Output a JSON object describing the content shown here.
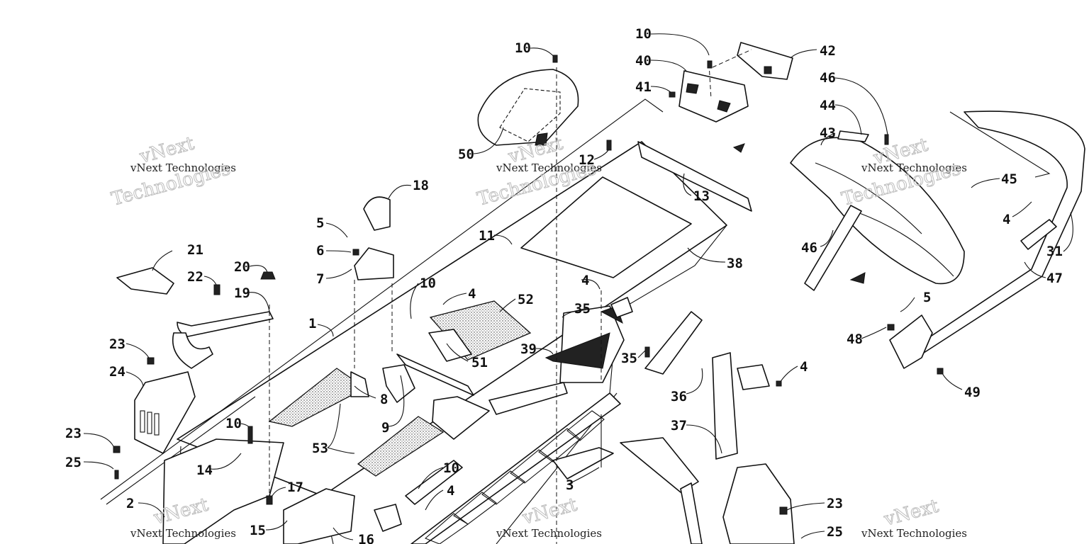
{
  "watermark": {
    "line1": "vNext",
    "line2": "Technologies",
    "small": "vNext Technologies"
  },
  "labels": [
    {
      "id": "l-10a",
      "text": "10"
    },
    {
      "id": "l-10b",
      "text": "10"
    },
    {
      "id": "l-42",
      "text": "42"
    },
    {
      "id": "l-40",
      "text": "40"
    },
    {
      "id": "l-41",
      "text": "41"
    },
    {
      "id": "l-46a",
      "text": "46"
    },
    {
      "id": "l-44",
      "text": "44"
    },
    {
      "id": "l-43",
      "text": "43"
    },
    {
      "id": "l-45",
      "text": "45"
    },
    {
      "id": "l-50",
      "text": "50"
    },
    {
      "id": "l-12",
      "text": "12"
    },
    {
      "id": "l-13",
      "text": "13"
    },
    {
      "id": "l-18",
      "text": "18"
    },
    {
      "id": "l-11",
      "text": "11"
    },
    {
      "id": "l-38",
      "text": "38"
    },
    {
      "id": "l-4a",
      "text": "4"
    },
    {
      "id": "l-31",
      "text": "31"
    },
    {
      "id": "l-47",
      "text": "47"
    },
    {
      "id": "l-46b",
      "text": "46"
    },
    {
      "id": "l-21",
      "text": "21"
    },
    {
      "id": "l-5a",
      "text": "5"
    },
    {
      "id": "l-6",
      "text": "6"
    },
    {
      "id": "l-7",
      "text": "7"
    },
    {
      "id": "l-22",
      "text": "22"
    },
    {
      "id": "l-20",
      "text": "20"
    },
    {
      "id": "l-19",
      "text": "19"
    },
    {
      "id": "l-10c",
      "text": "10"
    },
    {
      "id": "l-4b",
      "text": "4"
    },
    {
      "id": "l-52",
      "text": "52"
    },
    {
      "id": "l-4c",
      "text": "4"
    },
    {
      "id": "l-35a",
      "text": "35"
    },
    {
      "id": "l-5b",
      "text": "5"
    },
    {
      "id": "l-1",
      "text": "1"
    },
    {
      "id": "l-39",
      "text": "39"
    },
    {
      "id": "l-48",
      "text": "48"
    },
    {
      "id": "l-23a",
      "text": "23"
    },
    {
      "id": "l-51",
      "text": "51"
    },
    {
      "id": "l-35b",
      "text": "35"
    },
    {
      "id": "l-4d",
      "text": "4"
    },
    {
      "id": "l-49",
      "text": "49"
    },
    {
      "id": "l-24",
      "text": "24"
    },
    {
      "id": "l-8",
      "text": "8"
    },
    {
      "id": "l-36",
      "text": "36"
    },
    {
      "id": "l-37",
      "text": "37"
    },
    {
      "id": "l-9",
      "text": "9"
    },
    {
      "id": "l-10d",
      "text": "10"
    },
    {
      "id": "l-23b",
      "text": "23"
    },
    {
      "id": "l-53",
      "text": "53"
    },
    {
      "id": "l-25a",
      "text": "25"
    },
    {
      "id": "l-14",
      "text": "14"
    },
    {
      "id": "l-10e",
      "text": "10"
    },
    {
      "id": "l-17",
      "text": "17"
    },
    {
      "id": "l-3",
      "text": "3"
    },
    {
      "id": "l-4e",
      "text": "4"
    },
    {
      "id": "l-2",
      "text": "2"
    },
    {
      "id": "l-15",
      "text": "15"
    },
    {
      "id": "l-16",
      "text": "16"
    },
    {
      "id": "l-23c",
      "text": "23"
    },
    {
      "id": "l-25b",
      "text": "25"
    }
  ]
}
